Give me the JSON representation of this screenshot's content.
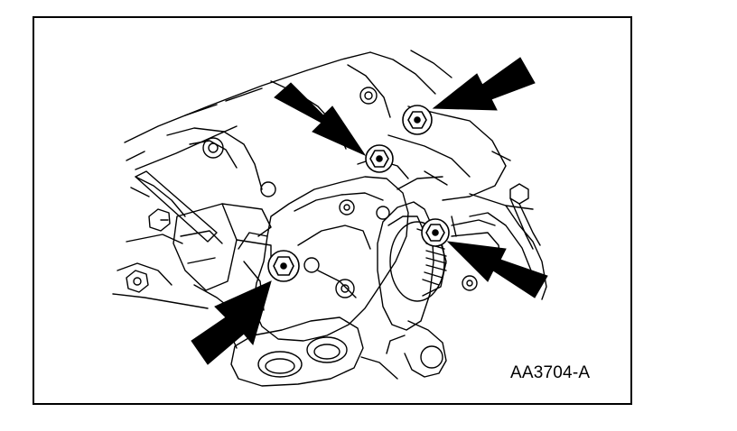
{
  "figure": {
    "code": "AA3704-A",
    "line_color": "#000000",
    "background_color": "#ffffff",
    "callouts": [
      {
        "icon": "arrow-icon",
        "points_to": "upper-right-bolt"
      },
      {
        "icon": "arrow-icon",
        "points_to": "upper-center-bolt"
      },
      {
        "icon": "arrow-icon",
        "points_to": "pulley-hub-bolt"
      },
      {
        "icon": "arrow-icon",
        "points_to": "lower-left-bolt"
      }
    ]
  }
}
